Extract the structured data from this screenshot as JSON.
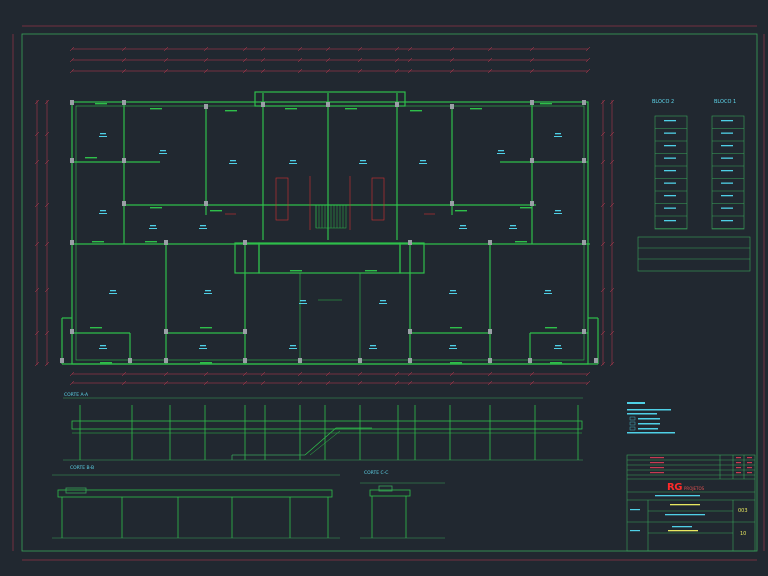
{
  "drawing": {
    "sections": {
      "a": "CORTE A-A",
      "b": "CORTE B-B",
      "c": "CORTE C-C"
    },
    "schedule": {
      "block2": "BLOCO 2",
      "block1": "BLOCO 1"
    },
    "title_block": {
      "logo": "RG",
      "logo_text": "PROJETOS",
      "sheet_code": "003",
      "sheet_num": "10"
    }
  },
  "colors": {
    "background": "#212830",
    "walls": "#2fbf4a",
    "dimensions": "#c83a52",
    "cyan_text": "#4fd0e6",
    "frame": "#3aa35a",
    "logo": "#ff2a2a"
  }
}
